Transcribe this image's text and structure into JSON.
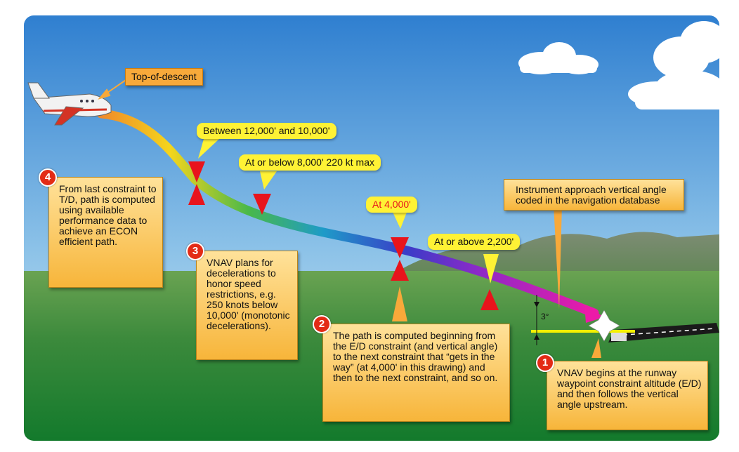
{
  "labels": {
    "top_of_descent": "Top-of-descent",
    "between_12000_10000": "Between 12,000' and 10,000'",
    "at_or_below_8000": "At or below 8,000' 220 kt max",
    "at_4000": "At 4,000'",
    "at_or_above_2200": "At or above 2,200'",
    "vertical_angle": "Instrument approach vertical angle coded in the navigation database",
    "angle": "3°"
  },
  "notes": [
    {
      "number": "1",
      "text": "VNAV begins at the runway waypoint constraint altitude (E/D) and then follows the vertical angle upstream."
    },
    {
      "number": "2",
      "text": "The path is computed beginning from the E/D constraint (and vertical angle) to the next constraint that “gets in the way” (at 4,000' in this drawing) and then to the next constraint, and so on."
    },
    {
      "number": "3",
      "text": "VNAV plans for decelerations to honor speed restrictions, e.g. 250 knots below 10,000' (monotonic decelerations)."
    },
    {
      "number": "4",
      "text": "From last constraint to T/D, path is computed using available performance data to achieve an ECON efficient path."
    }
  ],
  "colors": {
    "sky_top": "#2f7fd0",
    "sky_bottom": "#cfe6f3",
    "ground_top": "#5f9a4a",
    "ground_bottom": "#1d7a2e",
    "callout_orange": "#f8a93a",
    "callout_yellow": "#fff235",
    "constraint_red": "#e8141c"
  }
}
